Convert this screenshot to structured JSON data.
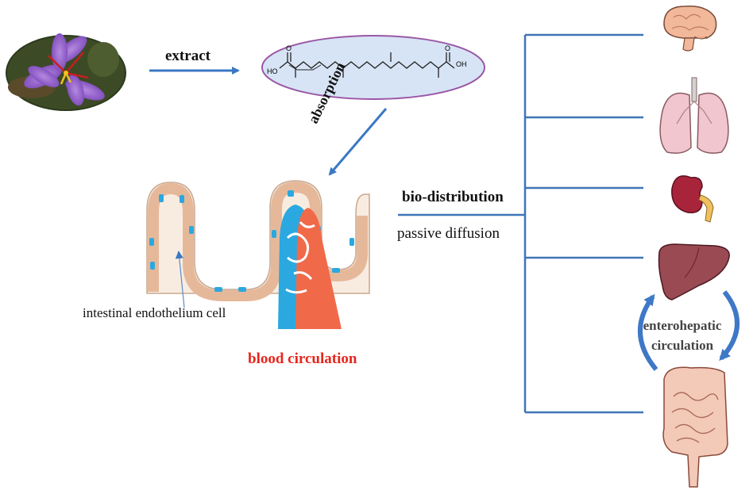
{
  "labels": {
    "extract": "extract",
    "absorption": "absorption",
    "bio_distribution": "bio-distribution",
    "passive_diffusion": "passive diffusion",
    "intestinal_cell": "intestinal endothelium cell",
    "blood_circulation": "blood circulation",
    "enterohepatic": "enterohepatic circulation"
  },
  "molecule": {
    "left_group": "HO",
    "right_group": "OH",
    "carbonyl": "O"
  },
  "icons": [
    "saffron-flower-icon",
    "brain-icon",
    "lungs-icon",
    "kidney-icon",
    "liver-icon",
    "intestine-icon",
    "intestinal-villi-icon"
  ],
  "colors": {
    "arrow_blue": "#3b78c2",
    "bracket_blue": "#3f75b7",
    "blood_red": "#e8261c",
    "vein_blue": "#2ba8e0",
    "artery_orange": "#f06a4a",
    "ellipse_fill": "#d7e4f5",
    "ellipse_stroke": "#9a57a6",
    "cycle_arrow": "#3e78c6"
  }
}
